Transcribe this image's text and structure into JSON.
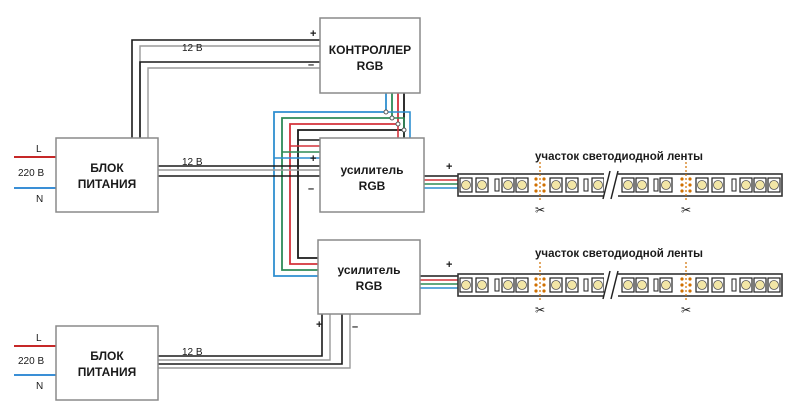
{
  "controller": {
    "line1": "КОНТРОЛЛЕР",
    "line2": "RGB"
  },
  "power_supply_top": {
    "line1": "БЛОК",
    "line2": "ПИТАНИЯ"
  },
  "power_supply_bottom": {
    "line1": "БЛОК",
    "line2": "ПИТАНИЯ"
  },
  "amplifier_top": {
    "line1": "усилитель",
    "line2": "RGB"
  },
  "amplifier_bottom": {
    "line1": "усилитель",
    "line2": "RGB"
  },
  "mains": {
    "L": "L",
    "N": "N",
    "voltage": "220 В"
  },
  "wire_voltage": "12 В",
  "polarity": {
    "plus": "+",
    "minus": "–"
  },
  "strip_top_title": "участок светодиодной ленты",
  "strip_bottom_title": "участок светодиодной ленты",
  "colors": {
    "red": "#d4323a",
    "green": "#2e8b57",
    "blue": "#2f8fd0",
    "black": "#1a1a1a",
    "mains_L": "#c62828",
    "mains_N": "#3a8fd6",
    "led": "#f2e6a6",
    "cut_mark": "#d07000"
  },
  "icons": {
    "scissors": "scissors-icon"
  }
}
